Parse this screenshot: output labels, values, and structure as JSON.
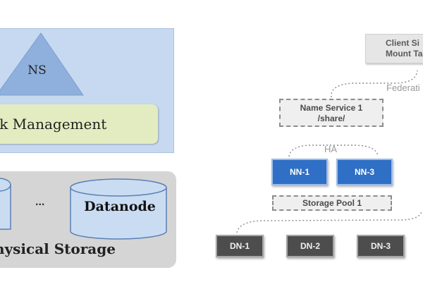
{
  "left": {
    "namespace_label": "NS",
    "block_management_label": "ck Management",
    "ellipsis": "...",
    "datanode_label": "Datanode",
    "physical_storage_label": "hysical Storage"
  },
  "right": {
    "client": {
      "line1": "Client Si",
      "line2": "Mount Ta"
    },
    "federation_label": "Federati",
    "name_service": {
      "line1": "Name Service 1",
      "line2": "/share/"
    },
    "ha_label": "HA",
    "namenodes": [
      "NN-1",
      "NN-3"
    ],
    "storage_pool_label": "Storage Pool 1",
    "datanodes": [
      "DN-1",
      "DN-2",
      "DN-3"
    ]
  },
  "colors": {
    "ns_panel": "#c7d9f0",
    "ns_triangle": "#8fb0dc",
    "block_management": "#e3ecc0",
    "storage_panel": "#d5d5d5",
    "namenode": "#2f6fc6",
    "datanode": "#4d4d4d"
  }
}
